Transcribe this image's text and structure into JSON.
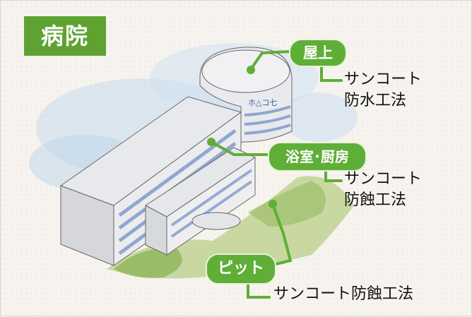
{
  "title": "病院",
  "callouts": {
    "roof": {
      "label": "屋上",
      "line1": "サンコート",
      "line2": "防水工法"
    },
    "bath": {
      "label": "浴室･厨房",
      "line1": "サンコート",
      "line2": "防蝕工法"
    },
    "pit": {
      "label": "ピット",
      "line1": "サンコート防蝕工法"
    }
  },
  "sign_text": "ホ△コ七",
  "colors": {
    "accent": "#5ea332",
    "text": "#111111",
    "building": "#e4e4e6",
    "window": "#9db5d8"
  }
}
